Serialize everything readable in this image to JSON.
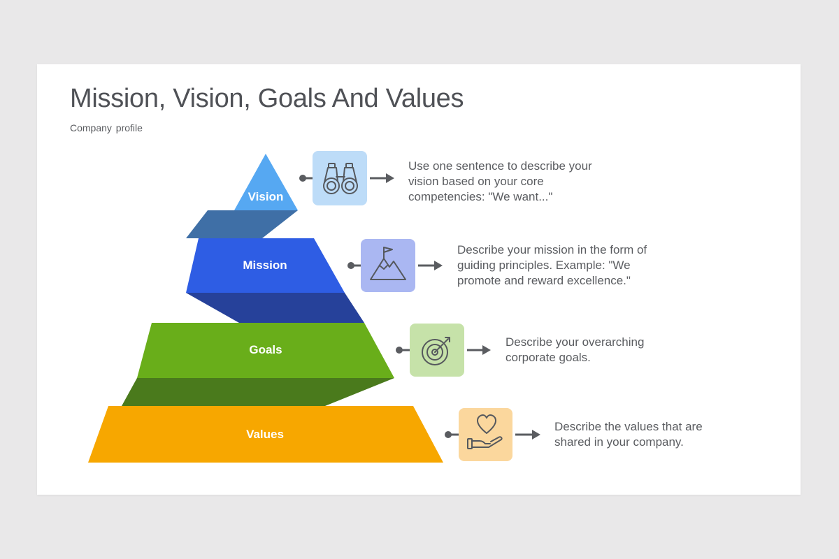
{
  "title": "Mission, Vision, Goals And Values",
  "subtitle": "Company  profile",
  "tiers": [
    {
      "label": "Vision",
      "icon": "binoculars-icon",
      "color": "#56a8f2",
      "icon_bg": "#bddcf8",
      "description": "Use one sentence to describe your\nvision based on your core\ncompetencies: \"We want...\""
    },
    {
      "label": "Mission",
      "icon": "mountain-flag-icon",
      "color": "#2e5de4",
      "icon_bg": "#aab7f2",
      "description": "Describe your mission in the form of\nguiding principles. Example: \"We\npromote and reward excellence.\""
    },
    {
      "label": "Goals",
      "icon": "target-icon",
      "color": "#69ae1a",
      "icon_bg": "#c6e2a9",
      "description": "Describe your overarching\ncorporate goals."
    },
    {
      "label": "Values",
      "icon": "heart-hand-icon",
      "color": "#f7a700",
      "icon_bg": "#fbd79d",
      "description": "Describe the values that are\nshared in your company."
    }
  ]
}
